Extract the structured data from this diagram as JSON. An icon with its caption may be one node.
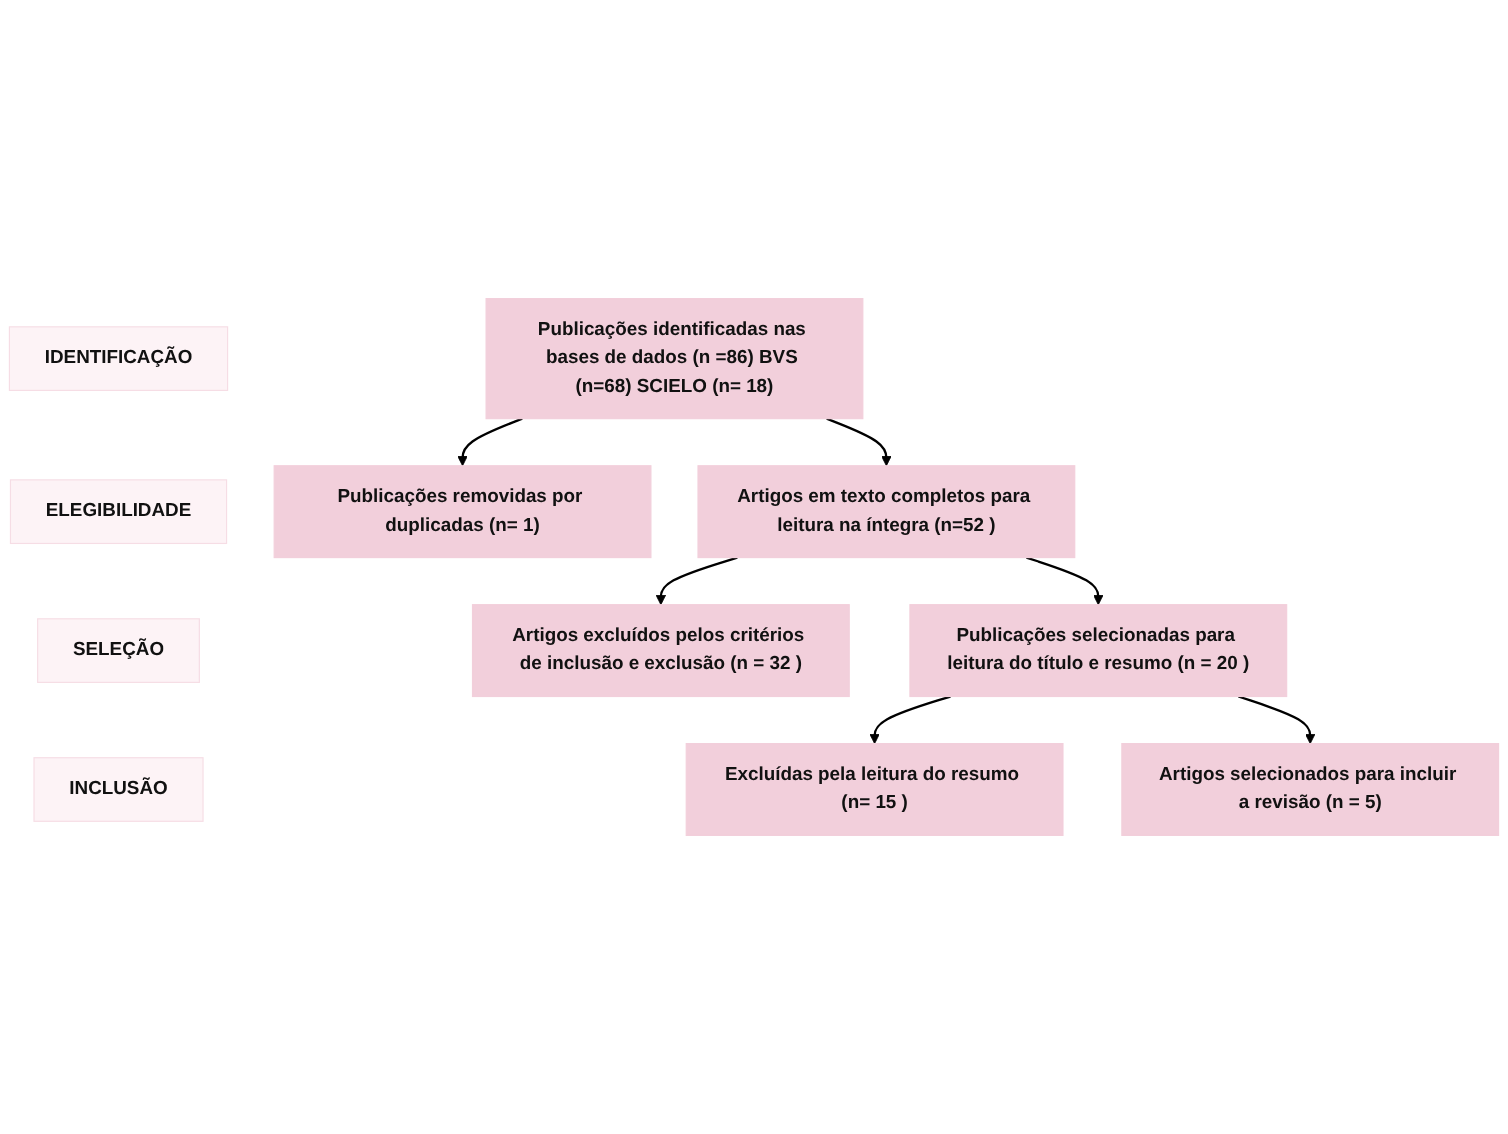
{
  "diagram": {
    "nodes": [
      {
        "text": [
          "IDENTIFICAÇÃO"
        ]
      },
      {
        "text": [
          "Publicações identificadas nas bases de dados (n =86) BVS (n=68) SCIELO (n= 18)"
        ]
      },
      {
        "text": [
          "Publicações removidas por duplicadas (n= 1)"
        ]
      },
      {
        "text": [
          "ELEGIBILIDADE"
        ]
      },
      {
        "text": [
          "Artigos em texto completos para leitura na íntegra (n=52 )"
        ]
      },
      {
        "text": [
          "Artigos excluídos pelos critérios de inclusão e exclusão (n = 32 )"
        ]
      },
      {
        "text": [
          "SELEÇÃO"
        ]
      },
      {
        "text": [
          "Publicações selecionadas para leitura do título e resumo (n = 20 )"
        ]
      },
      {
        "text": [
          "Excluídas pela leitura do resumo (n= 15 )"
        ]
      },
      {
        "text": [
          "INCLUSÃO"
        ]
      },
      {
        "text": [
          "Artigos selecionados para incluir a revisão (n = 5)"
        ]
      }
    ],
    "edges": [
      {
        "from": 1,
        "to": 2,
        "arrow": "to"
      },
      {
        "from": 1,
        "to": 4,
        "arrow": "to"
      },
      {
        "from": 4,
        "to": 5,
        "arrow": "to"
      },
      {
        "from": 4,
        "to": 7,
        "arrow": "to"
      },
      {
        "from": 7,
        "to": 8,
        "arrow": "to"
      },
      {
        "from": 7,
        "to": 10,
        "arrow": "to"
      }
    ]
  }
}
